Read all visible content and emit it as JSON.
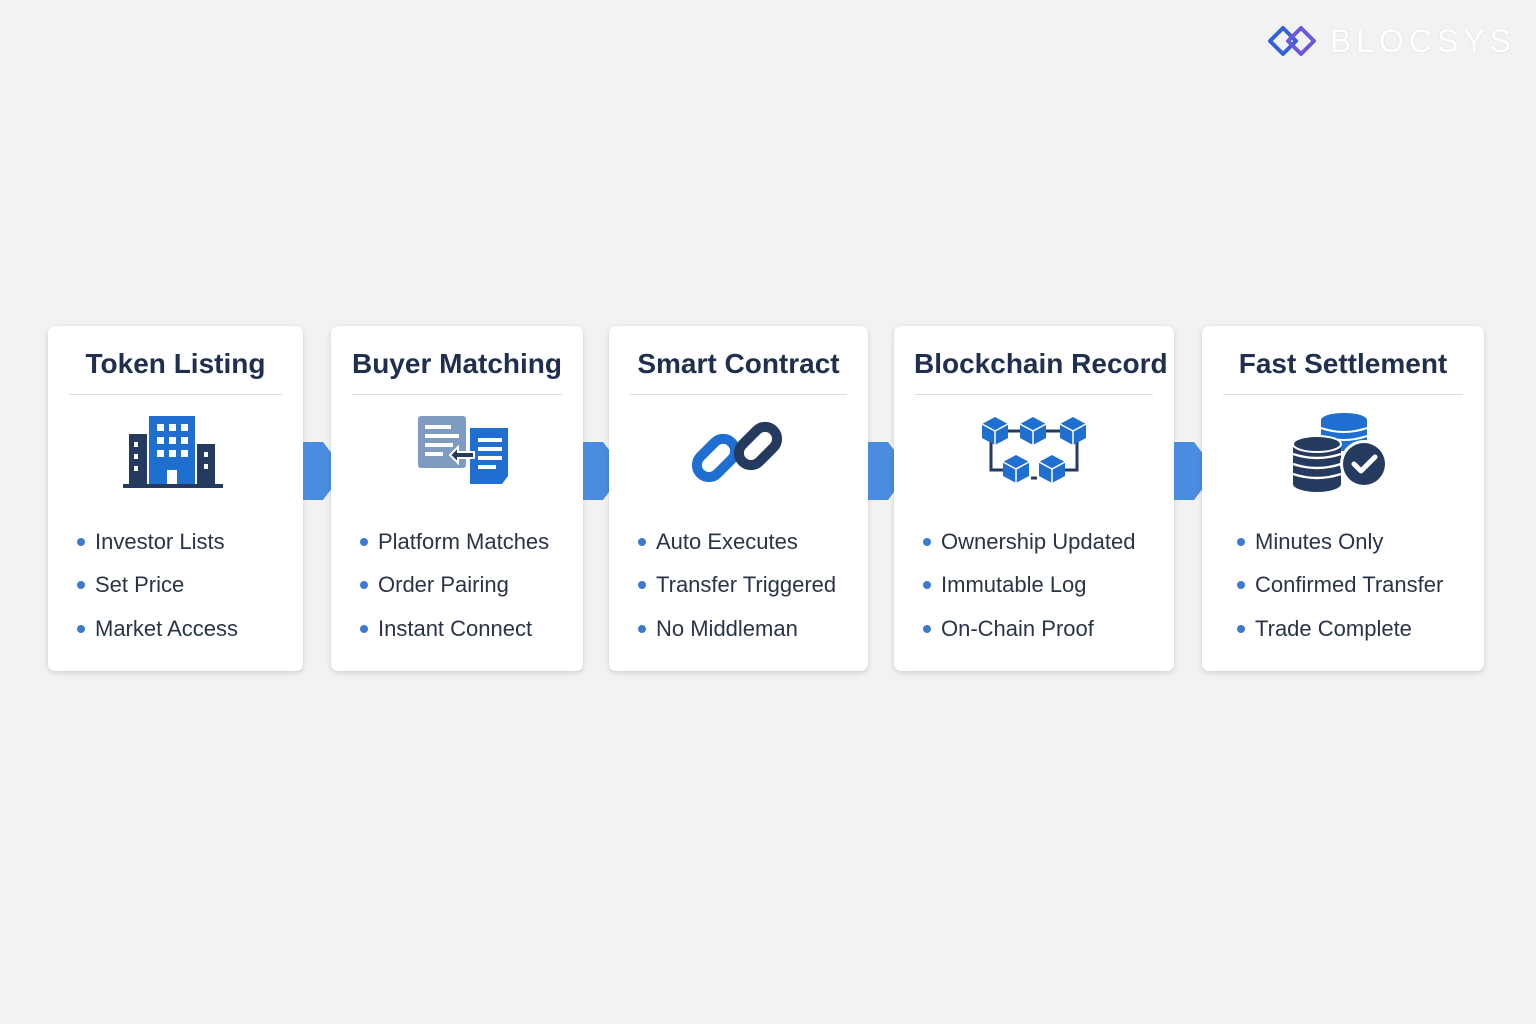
{
  "brand": {
    "name": "BLOCSYS",
    "logo_icon": "diamond-chain-logo-icon"
  },
  "colors": {
    "accent_blue": "#1f6fd1",
    "navy": "#243a5e",
    "arrow_blue": "#4a8de0",
    "bullet_dot": "#3b7ad0"
  },
  "steps": [
    {
      "title": "Token Listing",
      "icon": "office-building-icon",
      "bullets": [
        "Investor Lists",
        "Set Price",
        "Market Access"
      ]
    },
    {
      "title": "Buyer Matching",
      "icon": "document-exchange-icon",
      "bullets": [
        "Platform Matches",
        "Order Pairing",
        "Instant Connect"
      ]
    },
    {
      "title": "Smart Contract",
      "icon": "chain-link-icon",
      "bullets": [
        "Auto Executes",
        "Transfer Triggered",
        "No Middleman"
      ]
    },
    {
      "title": "Blockchain Record",
      "icon": "linked-blocks-icon",
      "bullets": [
        "Ownership Updated",
        "Immutable Log",
        "On-Chain Proof"
      ]
    },
    {
      "title": "Fast Settlement",
      "icon": "coins-checkmark-icon",
      "bullets": [
        "Minutes Only",
        "Confirmed Transfer",
        "Trade Complete"
      ]
    }
  ]
}
